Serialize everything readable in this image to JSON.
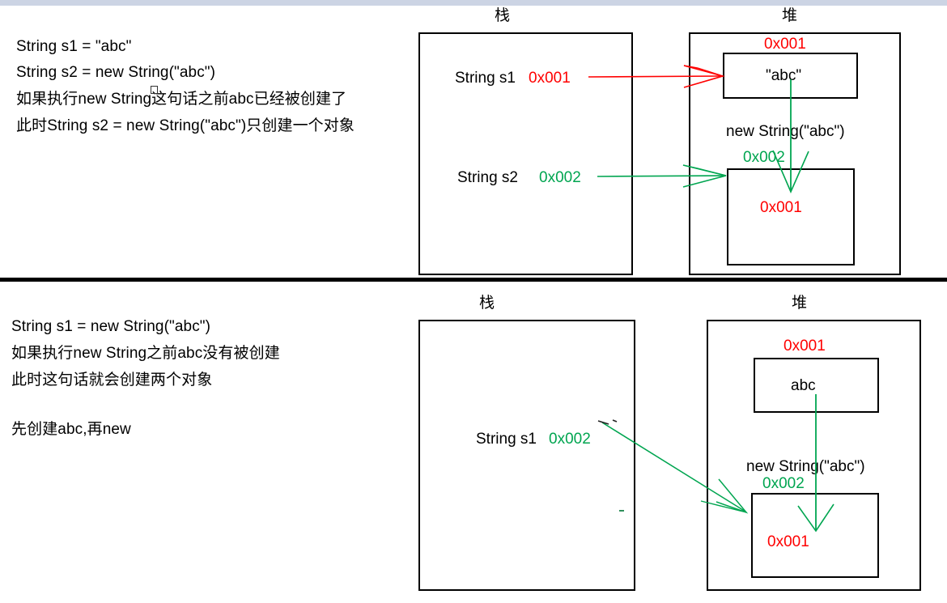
{
  "page": {
    "title": "Java String 内存分配示意图",
    "band_color": "#ccd4e4",
    "divider_color": "#000000",
    "red": "#ff0000",
    "green": "#00a550",
    "black": "#000000"
  },
  "sections": [
    {
      "id": "top",
      "notes": [
        "String s1 = \"abc\"",
        "String s2 = new String(\"abc\")",
        "如果执行new String这句话之前abc已经被创建了",
        "此时String s2 = new String(\"abc\")只创建一个对象"
      ],
      "stack": {
        "title": "栈",
        "vars": [
          {
            "name": "String s1",
            "value": "0x001",
            "value_color": "#ff0000"
          },
          {
            "name": "String s2",
            "value": "0x002",
            "value_color": "#00a550"
          }
        ]
      },
      "heap": {
        "title": "堆",
        "objects": [
          {
            "address": "0x001",
            "address_color": "#ff0000",
            "label": "",
            "content": "\"abc\"",
            "content_color": "#000000"
          },
          {
            "address": "0x002",
            "address_color": "#00a550",
            "label": "new String(\"abc\")",
            "content": "0x001",
            "content_color": "#ff0000"
          }
        ]
      },
      "arrows": [
        {
          "from": "String s1",
          "to": "\"abc\"",
          "color": "#ff0000",
          "style": "straight"
        },
        {
          "from": "String s2",
          "to": "new String(\"abc\")",
          "color": "#00a550",
          "style": "straight"
        },
        {
          "from": "\"abc\"",
          "to": "0x001 in new String object",
          "color": "#00a550",
          "style": "vertical"
        }
      ]
    },
    {
      "id": "bottom",
      "notes": [
        "String s1 = new String(\"abc\")",
        "如果执行new String之前abc没有被创建",
        "此时这句话就会创建两个对象",
        "",
        "先创建abc,再new"
      ],
      "stack": {
        "title": "栈",
        "vars": [
          {
            "name": "String s1",
            "value": "0x002",
            "value_color": "#00a550"
          }
        ]
      },
      "heap": {
        "title": "堆",
        "objects": [
          {
            "address": "0x001",
            "address_color": "#ff0000",
            "label": "",
            "content": "abc",
            "content_color": "#000000"
          },
          {
            "address": "0x002",
            "address_color": "#00a550",
            "label": "new String(\"abc\")",
            "content": "0x001",
            "content_color": "#ff0000"
          }
        ]
      },
      "arrows": [
        {
          "from": "String s1",
          "to": "new String(\"abc\")",
          "color": "#00a550",
          "style": "diagonal"
        },
        {
          "from": "abc",
          "to": "0x001 in new String object",
          "color": "#00a550",
          "style": "vertical"
        }
      ]
    }
  ]
}
